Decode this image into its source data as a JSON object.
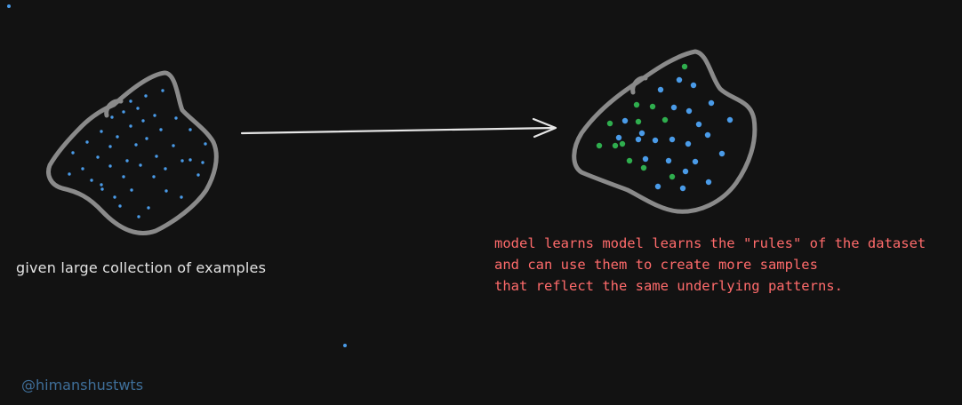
{
  "colors": {
    "background": "#121212",
    "blob_stroke": "#8a8a8a",
    "arrow": "#e6e6e6",
    "dot_blue": "#4a9be8",
    "dot_green": "#2fae4e",
    "left_caption": "#e3e3e3",
    "right_caption": "#ff6b6b",
    "watermark": "#3f6f9a"
  },
  "left": {
    "caption": "given large collection of examples"
  },
  "right": {
    "caption_lines": [
      "model learns model learns the \"rules\" of the dataset",
      "and can use them to create more samples",
      "that reflect the same underlying patterns."
    ]
  },
  "watermark": "@himanshustwts"
}
